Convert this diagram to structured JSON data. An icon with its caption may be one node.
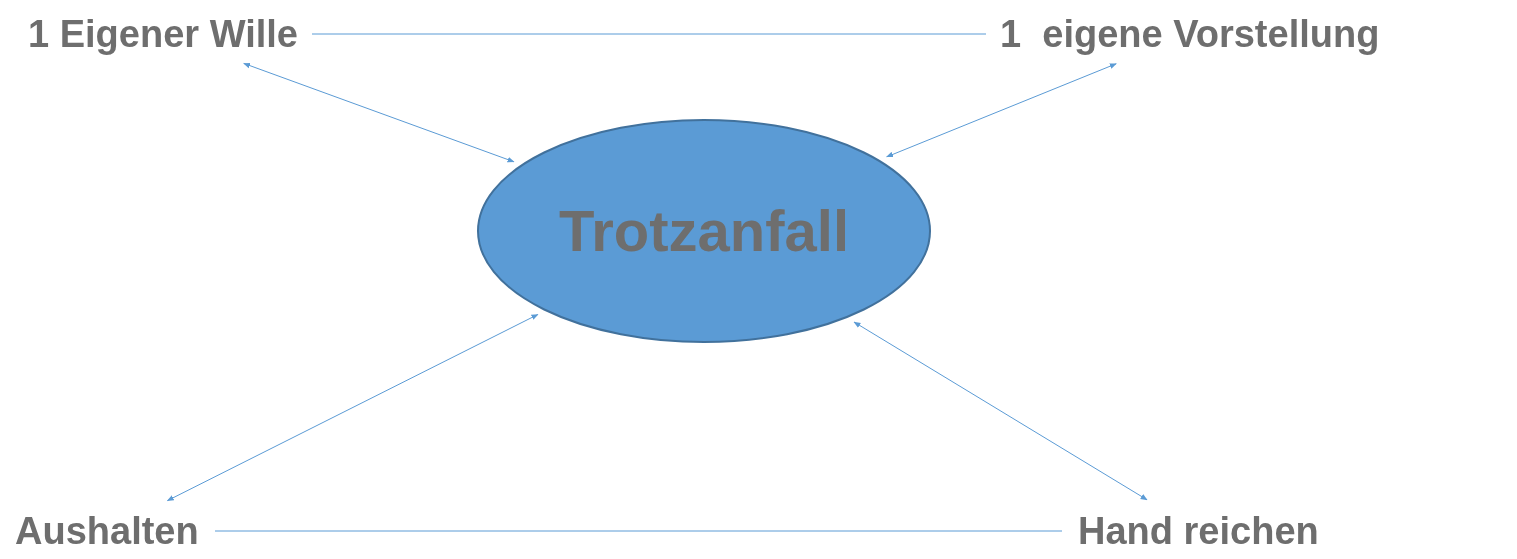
{
  "diagram": {
    "nodes": [
      {
        "text": [
          "1 Eigener Wille"
        ]
      },
      {
        "text": [
          "1  eigene Vorstellung"
        ]
      },
      {
        "text": [
          "Trotzanfall"
        ]
      },
      {
        "text": [
          "Aushalten"
        ]
      },
      {
        "text": [
          "Hand reichen"
        ]
      }
    ],
    "edges": [
      {
        "from": 0,
        "to": 1,
        "arrow": "none"
      },
      {
        "from": 0,
        "to": 2,
        "arrow": "both"
      },
      {
        "from": 1,
        "to": 2,
        "arrow": "both"
      },
      {
        "from": 3,
        "to": 2,
        "arrow": "both"
      },
      {
        "from": 4,
        "to": 2,
        "arrow": "both"
      },
      {
        "from": 3,
        "to": 4,
        "arrow": "none"
      }
    ]
  }
}
